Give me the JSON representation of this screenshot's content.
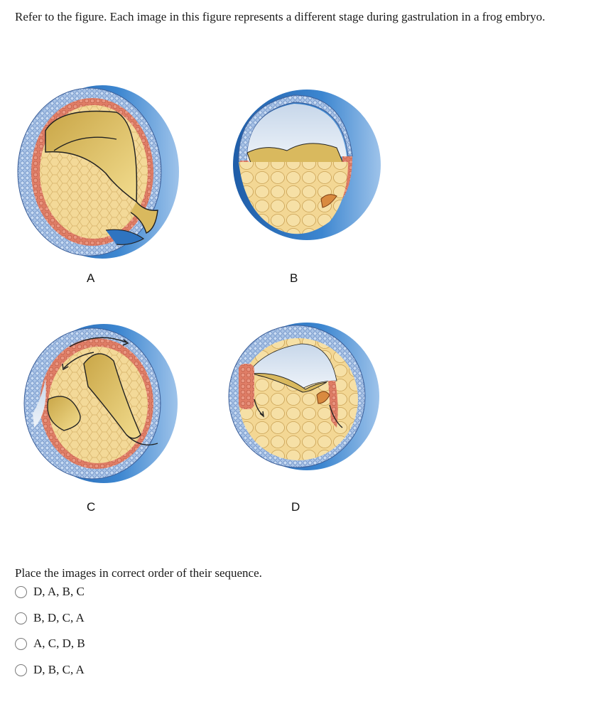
{
  "intro_text": "Refer to the figure. Each image in this figure represents a different stage during gastrulation in a frog embryo.",
  "figure": {
    "panels": [
      {
        "label": "A"
      },
      {
        "label": "B"
      },
      {
        "label": "C"
      },
      {
        "label": "D"
      }
    ],
    "colors": {
      "ectoderm": "#8fb0de",
      "mesoderm": "#e2806b",
      "yolk": "#f1d48f",
      "cavity": "#d9b95e",
      "outer_shell": "#2f74c0",
      "blastocoel": "#dbe6f2"
    }
  },
  "question": {
    "prompt": "Place the images in correct order of their sequence.",
    "options": [
      {
        "label": "D, A, B, C"
      },
      {
        "label": "B, D, C, A"
      },
      {
        "label": "A, C, D, B"
      },
      {
        "label": "D, B, C, A"
      }
    ]
  }
}
